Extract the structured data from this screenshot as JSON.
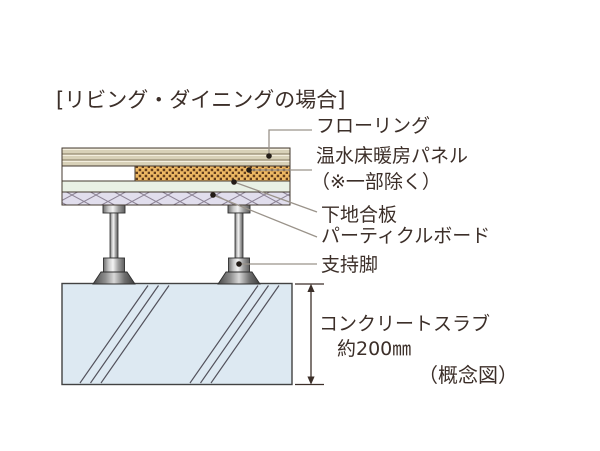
{
  "title": "[リビング・ダイニングの場合]",
  "footnote": "（概念図）",
  "labels": {
    "flooring": "フローリング",
    "heating_panel": "温水床暖房パネル",
    "heating_panel_note": "（※一部除く）",
    "subfloor_plywood": "下地合板",
    "particle_board": "パーティクルボード",
    "support_leg": "支持脚",
    "concrete_slab": "コンクリートスラブ",
    "slab_thickness": "約200㎜"
  },
  "colors": {
    "ink": "#3c2f29",
    "outline": "#43392f",
    "leader_line": "#9a938a",
    "marker_dot": "#231c17",
    "flooring_base": "#d8d1b8",
    "flooring_groove_dark": "#85795f",
    "flooring_groove_light": "#f4efdf",
    "heating_panel_base": "#efb964",
    "heating_panel_dot": "#623d1d",
    "subfloor_plywood_fill": "#e9f1e5",
    "particle_board_fill": "#e1deed",
    "particle_board_hatch": "#8d8496",
    "concrete_fill": "#dde9f2",
    "concrete_diag": "#53525c"
  }
}
